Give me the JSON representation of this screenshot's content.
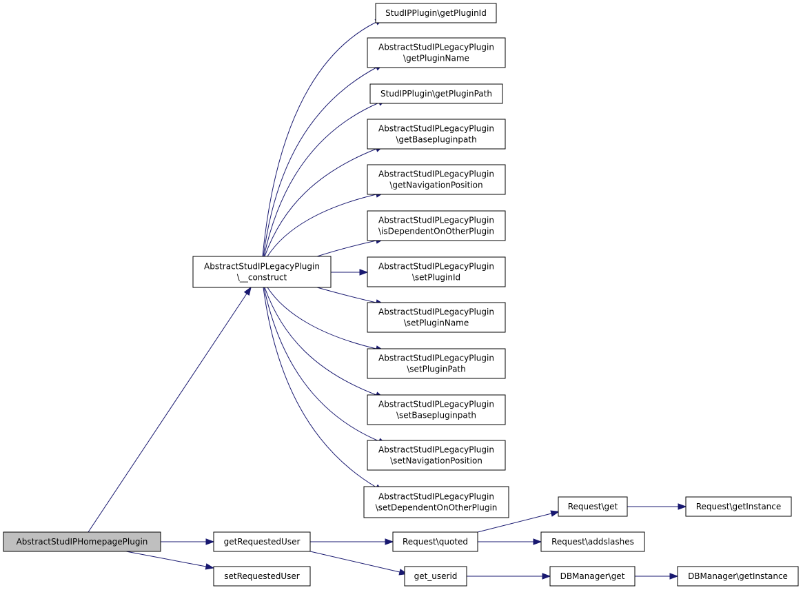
{
  "diagram": {
    "nodes": [
      {
        "id": "root",
        "lines": [
          "AbstractStudIPHomepagePlugin"
        ],
        "root": true
      },
      {
        "id": "construct",
        "lines": [
          "AbstractStudIPLegacyPlugin",
          "\\__construct"
        ]
      },
      {
        "id": "getRequestedUser",
        "lines": [
          "getRequestedUser"
        ]
      },
      {
        "id": "setRequestedUser",
        "lines": [
          "setRequestedUser"
        ]
      },
      {
        "id": "getPluginId",
        "lines": [
          "StudIPPlugin\\getPluginId"
        ]
      },
      {
        "id": "getPluginName",
        "lines": [
          "AbstractStudIPLegacyPlugin",
          "\\getPluginName"
        ]
      },
      {
        "id": "getPluginPath",
        "lines": [
          "StudIPPlugin\\getPluginPath"
        ]
      },
      {
        "id": "getBasepluginpath",
        "lines": [
          "AbstractStudIPLegacyPlugin",
          "\\getBasepluginpath"
        ]
      },
      {
        "id": "getNavigationPosition",
        "lines": [
          "AbstractStudIPLegacyPlugin",
          "\\getNavigationPosition"
        ]
      },
      {
        "id": "isDependentOnOtherPlugin",
        "lines": [
          "AbstractStudIPLegacyPlugin",
          "\\isDependentOnOtherPlugin"
        ]
      },
      {
        "id": "setPluginId",
        "lines": [
          "AbstractStudIPLegacyPlugin",
          "\\setPluginId"
        ]
      },
      {
        "id": "setPluginName",
        "lines": [
          "AbstractStudIPLegacyPlugin",
          "\\setPluginName"
        ]
      },
      {
        "id": "setPluginPath",
        "lines": [
          "AbstractStudIPLegacyPlugin",
          "\\setPluginPath"
        ]
      },
      {
        "id": "setBasepluginpath",
        "lines": [
          "AbstractStudIPLegacyPlugin",
          "\\setBasepluginpath"
        ]
      },
      {
        "id": "setNavigationPosition",
        "lines": [
          "AbstractStudIPLegacyPlugin",
          "\\setNavigationPosition"
        ]
      },
      {
        "id": "setDependentOnOtherPlugin",
        "lines": [
          "AbstractStudIPLegacyPlugin",
          "\\setDependentOnOtherPlugin"
        ]
      },
      {
        "id": "requestQuoted",
        "lines": [
          "Request\\quoted"
        ]
      },
      {
        "id": "getUserid",
        "lines": [
          "get_userid"
        ]
      },
      {
        "id": "requestGet",
        "lines": [
          "Request\\get"
        ]
      },
      {
        "id": "requestAddslashes",
        "lines": [
          "Request\\addslashes"
        ]
      },
      {
        "id": "requestGetInstance",
        "lines": [
          "Request\\getInstance"
        ]
      },
      {
        "id": "dbManagerGet",
        "lines": [
          "DBManager\\get"
        ]
      },
      {
        "id": "dbManagerGetInstance",
        "lines": [
          "DBManager\\getInstance"
        ]
      }
    ],
    "edges": [
      {
        "from": "root",
        "to": "construct"
      },
      {
        "from": "root",
        "to": "getRequestedUser"
      },
      {
        "from": "root",
        "to": "setRequestedUser"
      },
      {
        "from": "construct",
        "to": "getPluginId"
      },
      {
        "from": "construct",
        "to": "getPluginName"
      },
      {
        "from": "construct",
        "to": "getPluginPath"
      },
      {
        "from": "construct",
        "to": "getBasepluginpath"
      },
      {
        "from": "construct",
        "to": "getNavigationPosition"
      },
      {
        "from": "construct",
        "to": "isDependentOnOtherPlugin"
      },
      {
        "from": "construct",
        "to": "setPluginId"
      },
      {
        "from": "construct",
        "to": "setPluginName"
      },
      {
        "from": "construct",
        "to": "setPluginPath"
      },
      {
        "from": "construct",
        "to": "setBasepluginpath"
      },
      {
        "from": "construct",
        "to": "setNavigationPosition"
      },
      {
        "from": "construct",
        "to": "setDependentOnOtherPlugin"
      },
      {
        "from": "getRequestedUser",
        "to": "requestQuoted"
      },
      {
        "from": "getRequestedUser",
        "to": "getUserid"
      },
      {
        "from": "requestQuoted",
        "to": "requestGet"
      },
      {
        "from": "requestQuoted",
        "to": "requestAddslashes"
      },
      {
        "from": "requestGet",
        "to": "requestGetInstance"
      },
      {
        "from": "getUserid",
        "to": "dbManagerGet"
      },
      {
        "from": "dbManagerGet",
        "to": "dbManagerGetInstance"
      }
    ],
    "colors": {
      "edge": "#191970",
      "node_border": "#000000",
      "node_fill": "#ffffff",
      "root_fill": "#bfbfbf"
    }
  }
}
